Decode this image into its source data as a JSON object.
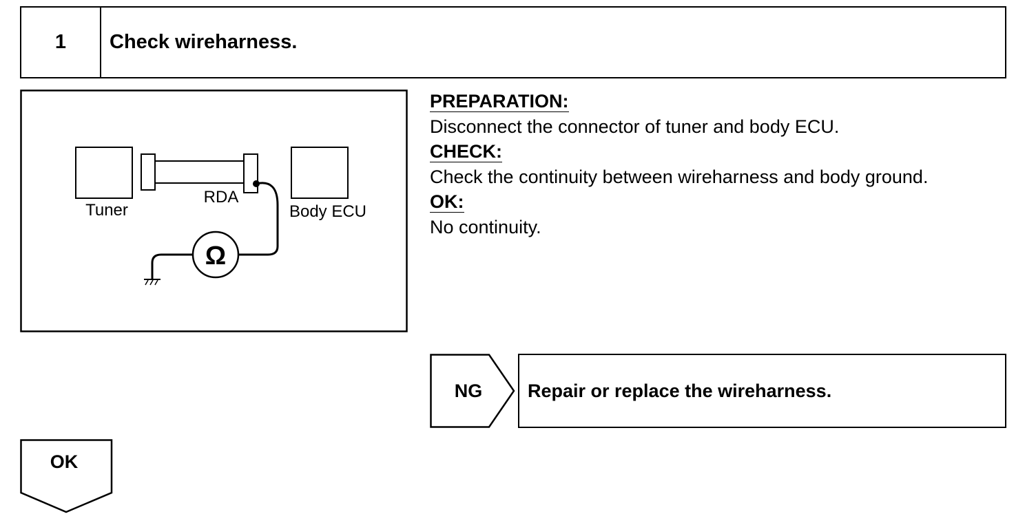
{
  "step": {
    "number": "1",
    "title": "Check wireharness."
  },
  "diagram": {
    "labels": {
      "tuner": "Tuner",
      "rda": "RDA",
      "body_ecu": "Body ECU",
      "ohm_symbol": "Ω"
    }
  },
  "instructions": {
    "preparation_heading": "PREPARATION:",
    "preparation_text": "Disconnect the connector of tuner and body ECU.",
    "check_heading": "CHECK:",
    "check_text": "Check the continuity between wireharness and body ground.",
    "ok_heading": "OK:",
    "ok_text": "No continuity."
  },
  "result": {
    "ng_label": "NG",
    "ng_action": "Repair or replace the wireharness.",
    "ok_label": "OK"
  }
}
